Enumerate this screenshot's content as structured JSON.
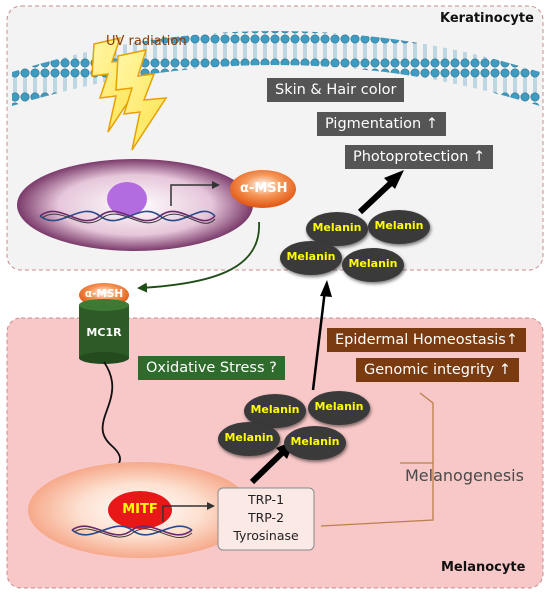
{
  "labels": {
    "keratinocyte": "Keratinocyte",
    "melanocyte": "Melanocyte",
    "uv_radiation": "UV radiation",
    "alpha_msh": "α-MSH",
    "alpha_msh_receptor": "α-MSH",
    "mc1r": "MC1R",
    "mitf": "MITF",
    "melanogenesis": "Melanogenesis",
    "melanin": "Melanin"
  },
  "effects_keratinocyte": [
    "Skin & Hair color",
    "Pigmentation ↑",
    "Photoprotection ↑"
  ],
  "effects_melanocyte": [
    "Epidermal Homeostasis↑",
    "Genomic integrity ↑"
  ],
  "oxidative_stress": "Oxidative Stress ?",
  "enzymes": [
    "TRP-1",
    "TRP-2",
    "Tyrosinase"
  ],
  "colors": {
    "keratinocyte_bg": "#f3f3f3",
    "melanocyte_bg": "#f8c8c8",
    "membrane": "#3f9bbf",
    "grey_box": "#555555",
    "brown_box": "#7a3b10",
    "green_box": "#2f6b2c",
    "melanin": "#3a3a3a",
    "melanin_text": "#ffff00",
    "alpha_msh": "#e8651a"
  }
}
